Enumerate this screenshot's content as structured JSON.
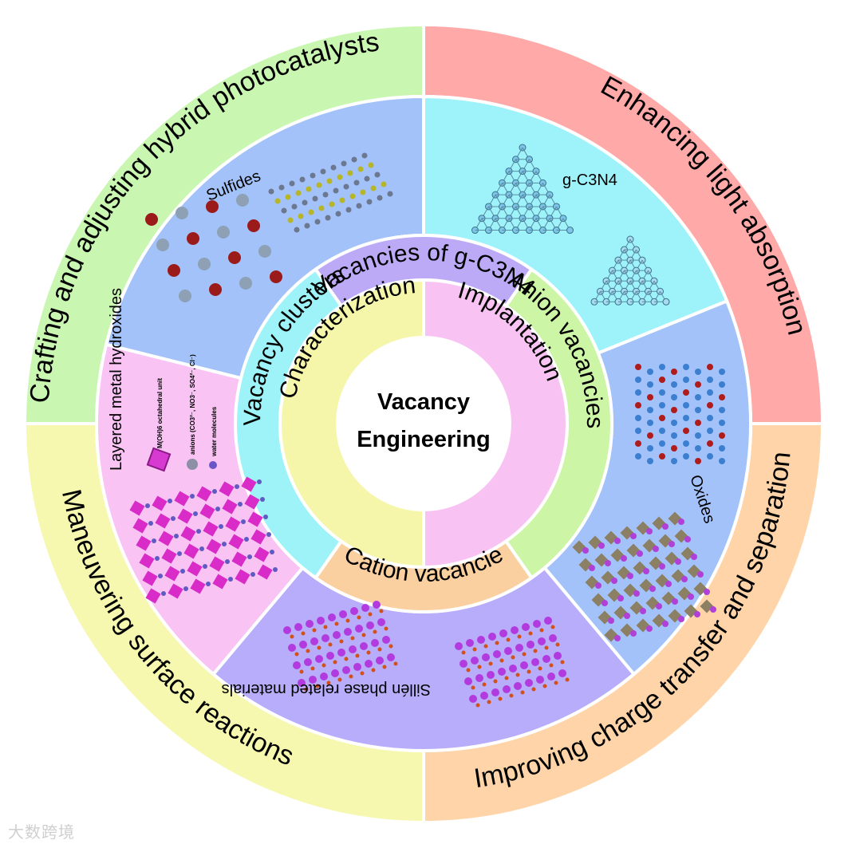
{
  "center": {
    "title_line1": "Vacancy",
    "title_line2": "Engineering"
  },
  "inner_ring": [
    {
      "label": "Characterization",
      "color": "#f5f6aa"
    },
    {
      "label": "Implantation",
      "color": "#f8c3f2"
    }
  ],
  "middle_ring": [
    {
      "label": "Vacancies of g-C3N4",
      "color": "#bcaaf7"
    },
    {
      "label": "Anion vacancies",
      "color": "#cdf5a6"
    },
    {
      "label": "Cation vacancie",
      "color": "#fbd0a0"
    },
    {
      "label": "Vacancy clusters",
      "color": "#9ef3f8"
    }
  ],
  "material_ring": [
    {
      "label": "g-C3N4",
      "color": "#9ef3fb"
    },
    {
      "label": "Oxides",
      "color": "#a2c2f9"
    },
    {
      "label": "Sillén phase related materials",
      "color": "#b8adfa"
    },
    {
      "label": "Layered metal hydroxides",
      "color": "#f9c3f4"
    },
    {
      "label": "Sulfides",
      "color": "#a2c2f9"
    }
  ],
  "ldh_legend": {
    "unit": "M(OH)6 octahedral unit",
    "anions": "anions (CO3²⁻, NO3⁻, SO4²⁻, Cl⁻)",
    "water": "water molecules"
  },
  "outer_ring": [
    {
      "label": "Enhancing  light absorption",
      "color": "#ffa9a9"
    },
    {
      "label": "Improving charge transfer and separation",
      "color": "#ffd4a8"
    },
    {
      "label": "Maneuvering  surface reactions",
      "color": "#f5f8ae"
    },
    {
      "label": "Crafting and adjusting hybrid photocatalysts",
      "color": "#c9f7b2"
    }
  ],
  "watermark": "大数跨境"
}
